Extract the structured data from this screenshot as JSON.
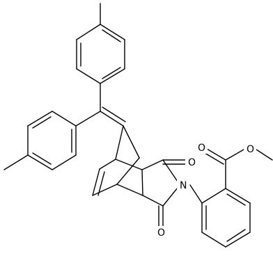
{
  "atoms": {
    "O_imide_top": "O",
    "O_imide_bottom": "O",
    "N_imide": "N",
    "O_carbonyl": "O",
    "O_ester": "O"
  }
}
